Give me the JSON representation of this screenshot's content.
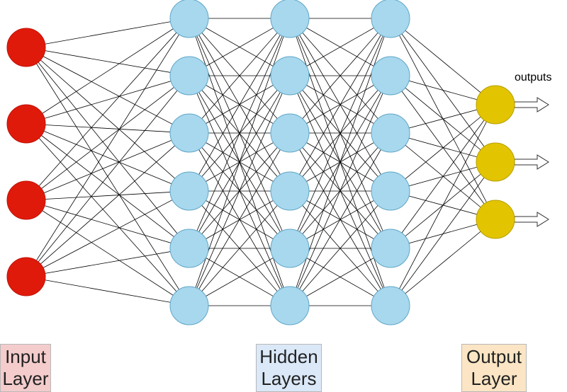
{
  "layers": [
    {
      "id": "input",
      "nodes": 4,
      "fill": "#e01a0a",
      "stroke": "#c01208",
      "label": [
        "Input",
        "Layer"
      ],
      "label_bg": "#f4cccc"
    },
    {
      "id": "hidden1",
      "nodes": 6,
      "fill": "#a8d8ee",
      "stroke": "#5fa6c6"
    },
    {
      "id": "hidden2",
      "nodes": 6,
      "fill": "#a8d8ee",
      "stroke": "#5fa6c6"
    },
    {
      "id": "hidden3",
      "nodes": 6,
      "fill": "#a8d8ee",
      "stroke": "#5fa6c6"
    },
    {
      "id": "output",
      "nodes": 3,
      "fill": "#e2c400",
      "stroke": "#b89f00",
      "label": [
        "Output",
        "Layer"
      ],
      "label_bg": "#fbe5c4"
    }
  ],
  "hidden_label": {
    "lines": [
      "Hidden",
      "Layers"
    ],
    "bg": "#dae8f8"
  },
  "outputs_text": "outputs",
  "connection_color": "#000000"
}
